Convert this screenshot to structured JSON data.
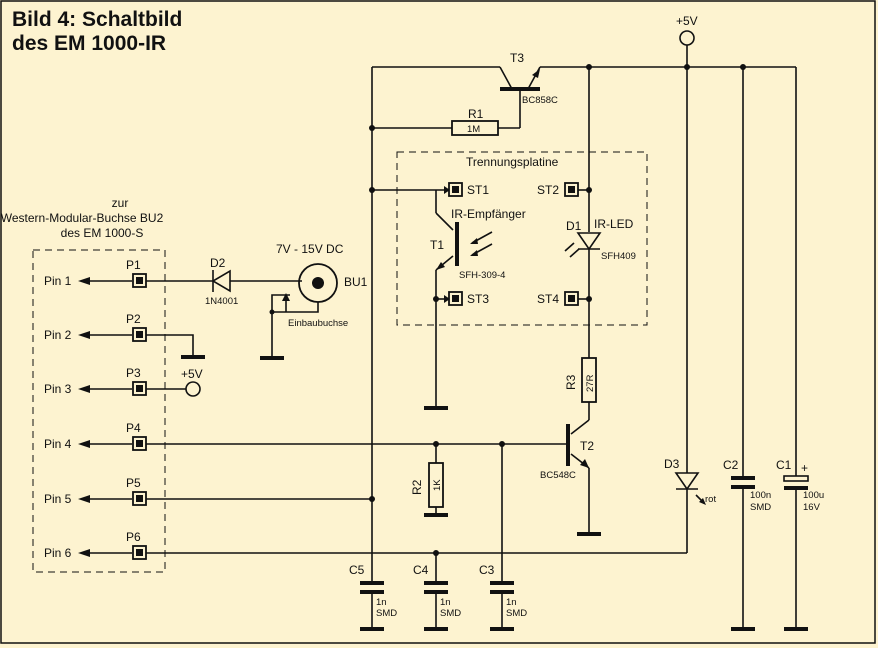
{
  "title": {
    "line1": "Bild 4: Schaltbild",
    "line2": "des EM 1000-IR"
  },
  "connector_block": {
    "heading_line1": "zur",
    "heading_line2": "Western-Modular-Buchse BU2",
    "heading_line3": "des EM 1000-S",
    "pins": [
      {
        "label": "Pin 1",
        "pad": "P1"
      },
      {
        "label": "Pin 2",
        "pad": "P2"
      },
      {
        "label": "Pin 3",
        "pad": "P3"
      },
      {
        "label": "Pin 4",
        "pad": "P4"
      },
      {
        "label": "Pin 5",
        "pad": "P5"
      },
      {
        "label": "Pin 6",
        "pad": "P6"
      }
    ]
  },
  "supply": {
    "vcc_top": "+5V",
    "vcc_p3": "+5V"
  },
  "components": {
    "D2": {
      "ref": "D2",
      "value": "1N4001"
    },
    "BU1": {
      "ref": "BU1",
      "rating": "7V - 15V DC",
      "note": "Einbaubuchse"
    },
    "T3": {
      "ref": "T3",
      "value": "BC858C"
    },
    "R1": {
      "ref": "R1",
      "value": "1M"
    },
    "T1": {
      "ref": "T1",
      "value": "SFH-309-4",
      "note": "IR-Empfänger"
    },
    "D1": {
      "ref": "D1",
      "value": "SFH409",
      "note": "IR-LED"
    },
    "R3": {
      "ref": "R3",
      "value": "27R"
    },
    "T2": {
      "ref": "T2",
      "value": "BC548C"
    },
    "R2": {
      "ref": "R2",
      "value": "1K"
    },
    "D3": {
      "ref": "D3",
      "value": "rot"
    },
    "C2": {
      "ref": "C2",
      "value_line1": "100n",
      "value_line2": "SMD"
    },
    "C1": {
      "ref": "C1",
      "value_line1": "100u",
      "value_line2": "16V",
      "polarity": "+"
    },
    "C5": {
      "ref": "C5",
      "value_line1": "1n",
      "value_line2": "SMD"
    },
    "C4": {
      "ref": "C4",
      "value_line1": "1n",
      "value_line2": "SMD"
    },
    "C3": {
      "ref": "C3",
      "value_line1": "1n",
      "value_line2": "SMD"
    }
  },
  "board": {
    "label": "Trennungsplatine",
    "st1": "ST1",
    "st2": "ST2",
    "st3": "ST3",
    "st4": "ST4"
  }
}
